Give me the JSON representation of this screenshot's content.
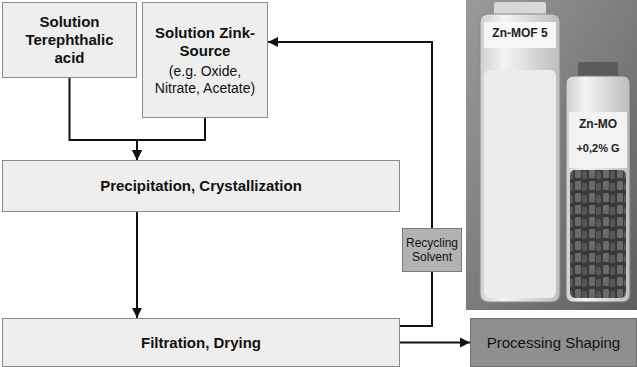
{
  "diagram": {
    "nodes": [
      {
        "text": [
          "Solution Terephthalic acid"
        ]
      },
      {
        "text": [
          "Solution Zink-Source",
          "(e.g. Oxide, Nitrate, Acetate)"
        ]
      },
      {
        "text": [
          "Precipitation, Crystallization"
        ]
      },
      {
        "text": [
          "Filtration, Drying"
        ]
      },
      {
        "text": [
          "Recycling Solvent"
        ]
      },
      {
        "text": [
          "Processing Shaping"
        ]
      }
    ],
    "edges": [
      {
        "from": 0,
        "to": 2,
        "arrow": "to"
      },
      {
        "from": 1,
        "to": 2,
        "arrow": "to"
      },
      {
        "from": 2,
        "to": 3,
        "arrow": "to"
      },
      {
        "from": 3,
        "to": 4,
        "arrow": "none"
      },
      {
        "from": 4,
        "to": 1,
        "arrow": "to"
      },
      {
        "from": 3,
        "to": 5,
        "arrow": "to"
      }
    ],
    "labels": [
      "Zn-MOF 5",
      "Zn-MO",
      "+0,2% G"
    ]
  }
}
